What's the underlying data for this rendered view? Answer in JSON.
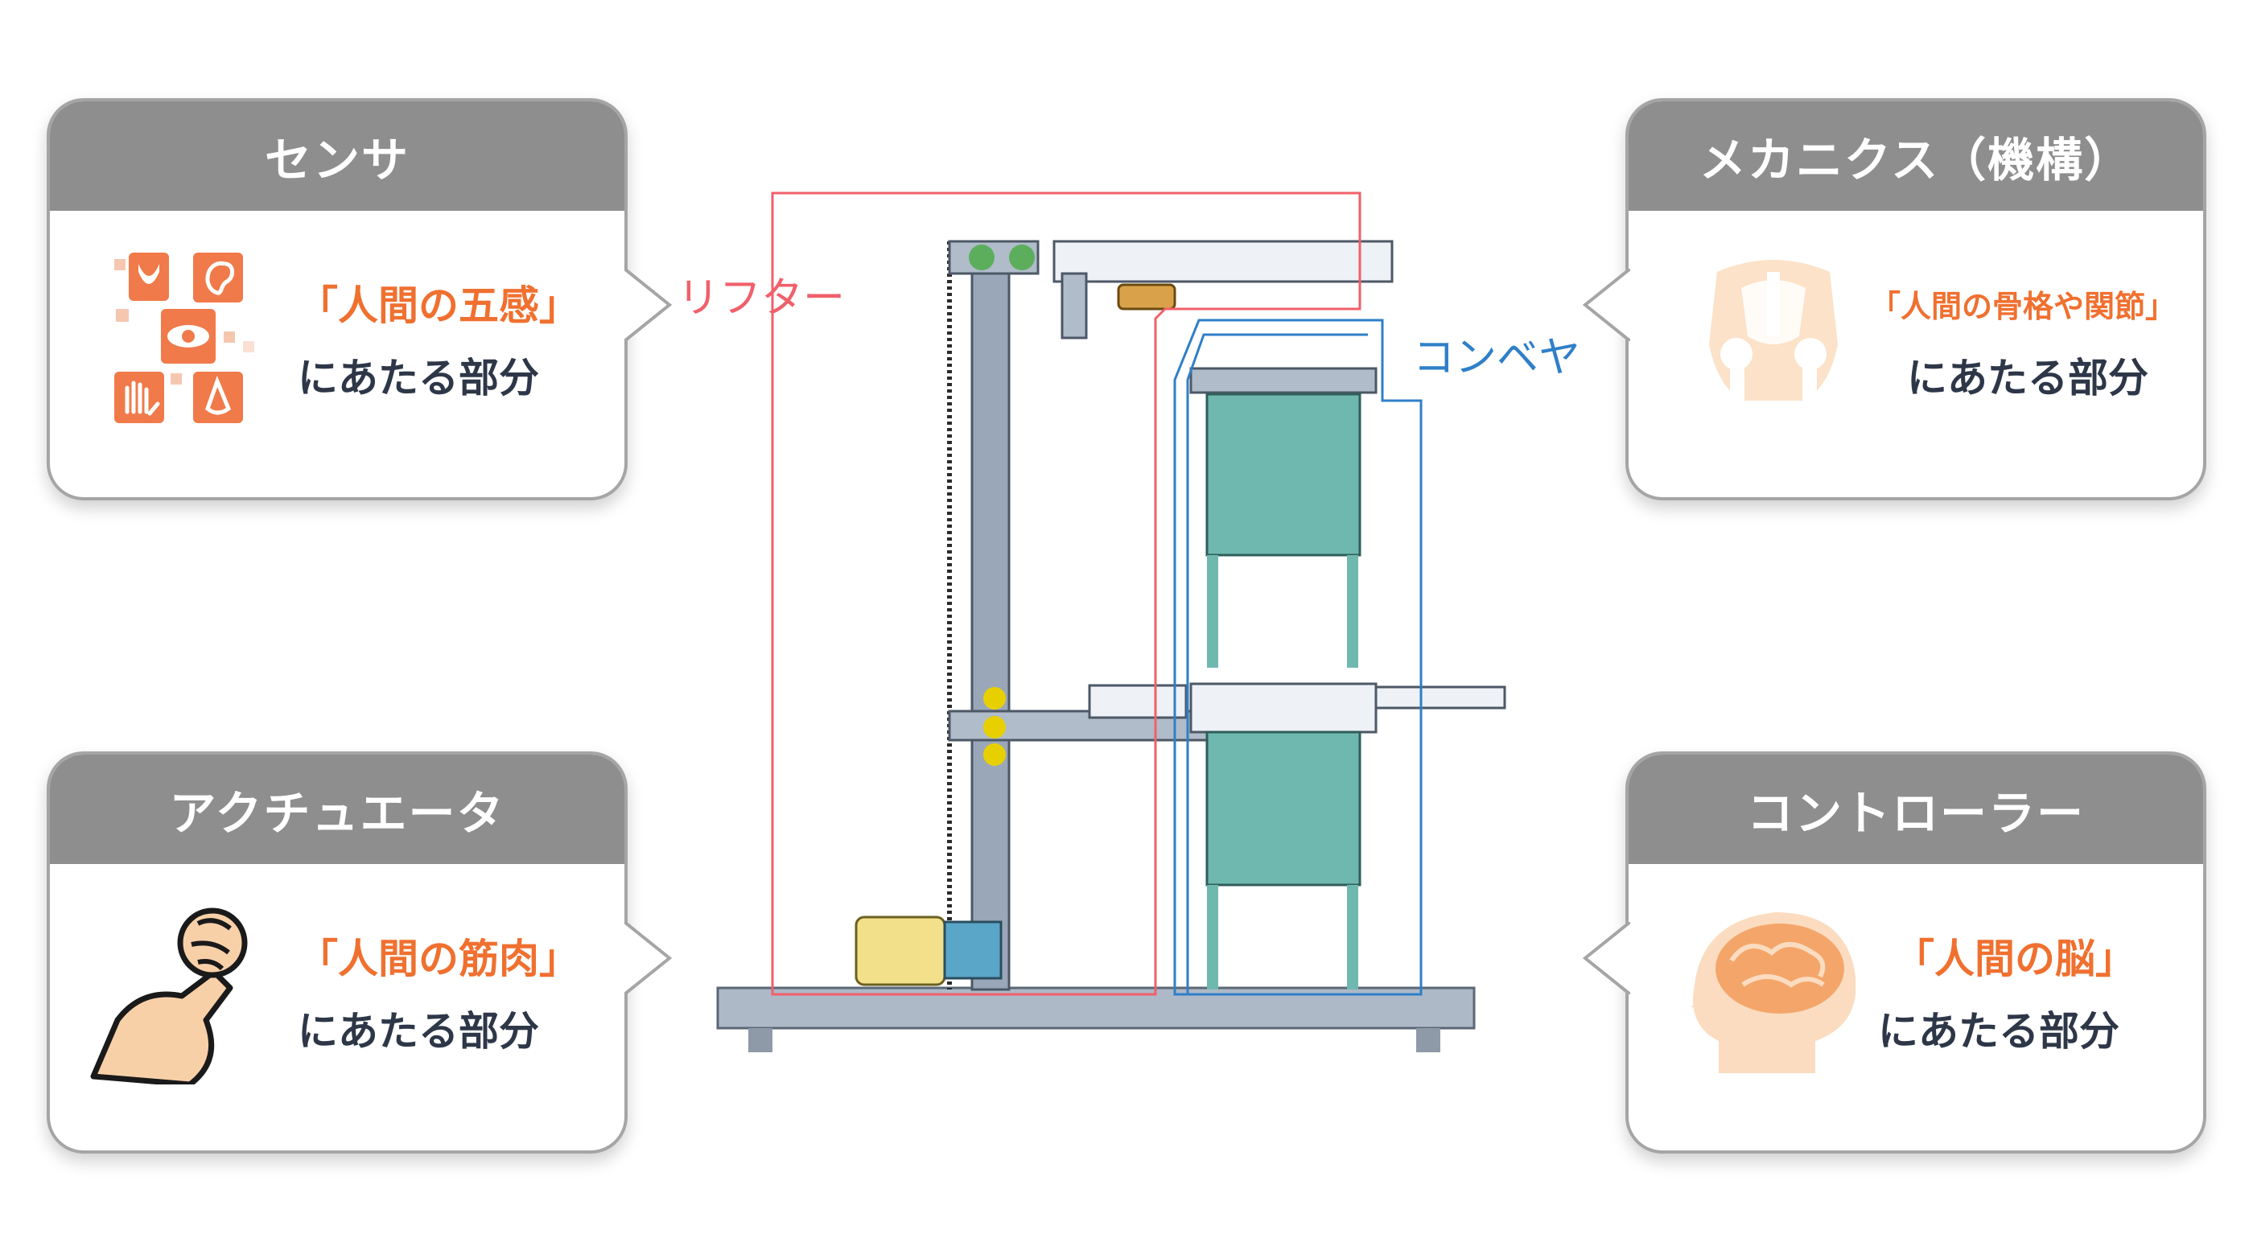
{
  "cards": {
    "sensor": {
      "title": "センサ",
      "quote": "「人間の五感」",
      "desc": "にあたる部分",
      "icon": "five-senses-icon"
    },
    "mechanics": {
      "title": "メカニクス（機構）",
      "quote": "「人間の骨格や関節」",
      "desc": "にあたる部分",
      "icon": "skeleton-joint-icon"
    },
    "actuator": {
      "title": "アクチュエータ",
      "quote": "「人間の筋肉」",
      "desc": "にあたる部分",
      "icon": "muscle-arm-icon"
    },
    "controller": {
      "title": "コントローラー",
      "quote": "「人間の脳」",
      "desc": "にあたる部分",
      "icon": "brain-head-icon"
    }
  },
  "machine": {
    "lifter_label": "リフター",
    "conveyor_label": "コンベヤ",
    "lifter_color": "#f0606a",
    "conveyor_color": "#2f7fc8",
    "frame_color": "#9aa7b8",
    "conveyor_body_color": "#6fb8b0",
    "actuator_color": "#f2e08a"
  },
  "colors": {
    "card_header": "#8e8e8e",
    "card_border": "#a5a5a5",
    "quote_text": "#f07030",
    "desc_text": "#2d3748",
    "icon_orange": "#f07a4a",
    "icon_skin": "#f8d0a8"
  }
}
